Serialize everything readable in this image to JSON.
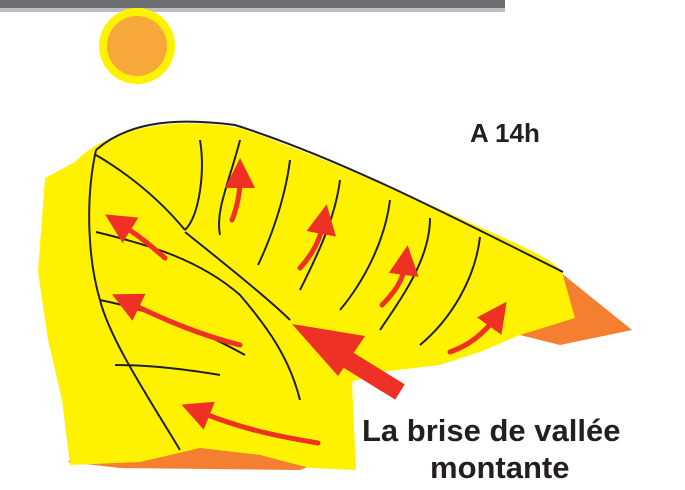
{
  "title": "A 14h",
  "caption": {
    "line1": "La brise de vallée",
    "line2": "montante"
  },
  "colors": {
    "slope_fill": "#fff200",
    "ground_fill": "#f47f30",
    "arrow": "#ee3124",
    "sun_core": "#f6a83b",
    "sun_ring": "#fff200",
    "contour": "#231f20",
    "top_bar": "#6d6e71"
  },
  "icons": {
    "sun": "sun-icon",
    "arrows": "upslope-wind-arrow"
  }
}
